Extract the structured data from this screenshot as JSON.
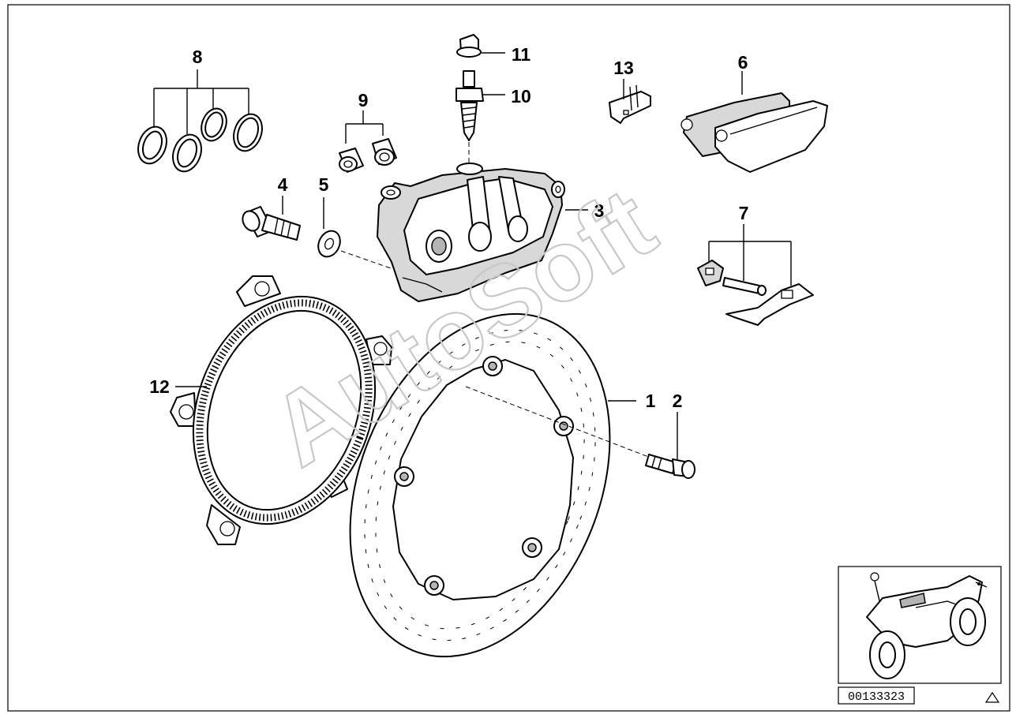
{
  "diagram": {
    "callouts": {
      "c1": "1",
      "c2": "2",
      "c3": "3",
      "c4": "4",
      "c5": "5",
      "c6": "6",
      "c7": "7",
      "c8": "8",
      "c9": "9",
      "c10": "10",
      "c11": "11",
      "c12": "12",
      "c13": "13"
    },
    "watermark": "AutoSoft",
    "diagram_id": "00133323",
    "thumbnail_icon": "motorcycle-icon",
    "corner_icon": "triangle-icon"
  }
}
